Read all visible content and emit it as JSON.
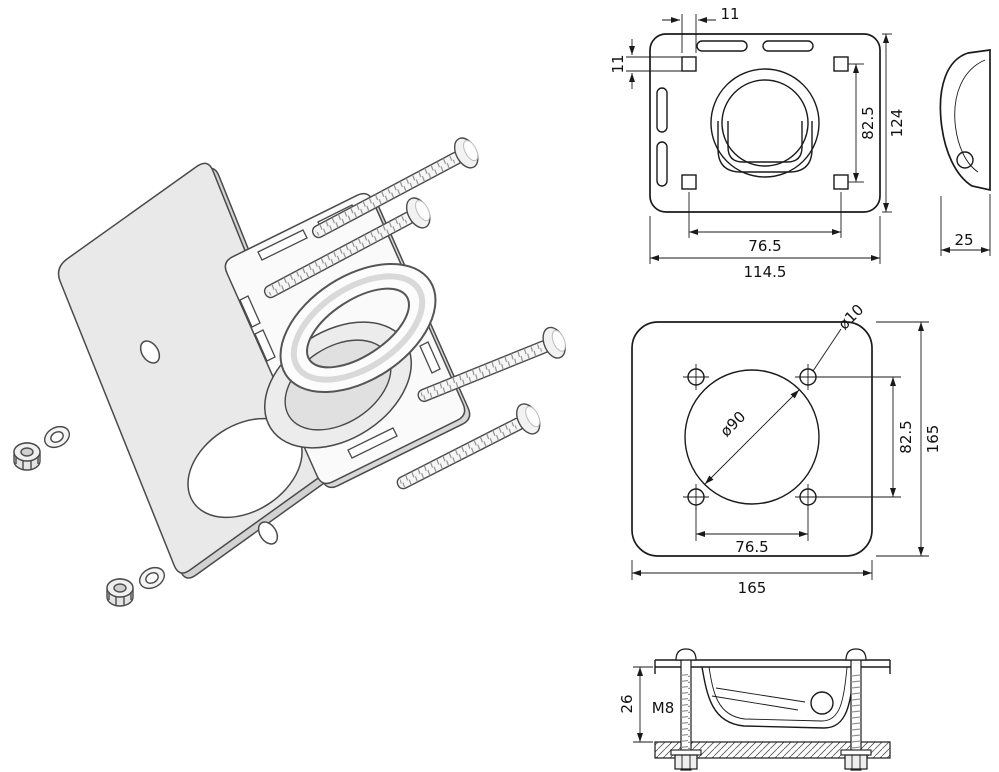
{
  "drawing": {
    "type": "technical-drawing",
    "subject": "Recessed tie-down anchor ring with mounting back plate, carriage bolts and nuts"
  },
  "colors": {
    "background": "#ffffff",
    "line": "#1a1a1a",
    "plate_gray": "#e9e9e9"
  },
  "views": {
    "front": {
      "dims": {
        "hole_size_top": "11",
        "hole_size_left": "11",
        "hole_spacing_vertical": "82.5",
        "overall_height": "124",
        "hole_spacing_horizontal": "76.5",
        "overall_width": "114.5"
      }
    },
    "side": {
      "dims": {
        "depth": "25"
      }
    },
    "backplate": {
      "dims": {
        "bolt_hole_diameter": "ø10",
        "center_hole_diameter": "ø90",
        "hole_spacing_vertical": "82.5",
        "overall_height": "165",
        "hole_spacing_horizontal": "76.5",
        "overall_width": "165"
      }
    },
    "section": {
      "dims": {
        "recess_depth": "26",
        "bolt_thread": "M8"
      }
    }
  }
}
